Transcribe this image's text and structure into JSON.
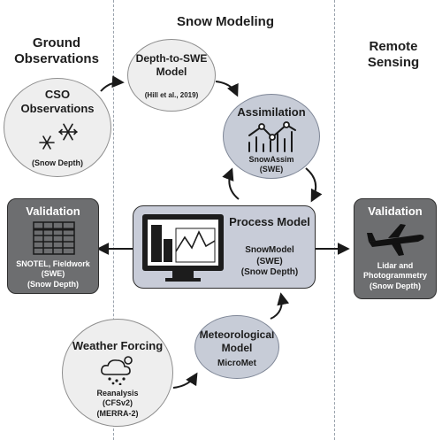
{
  "headings": {
    "ground": "Ground\nObservations",
    "modeling": "Snow Modeling",
    "remote": "Remote\nSensing"
  },
  "nodes": {
    "cso": {
      "title": "CSO\nObservations",
      "sub": "(Snow Depth)",
      "icon": "snowflake-icon"
    },
    "depth_to_swe": {
      "title": "Depth-to-SWE\nModel",
      "sub": "(Hill et al., 2019)"
    },
    "assimilation": {
      "title": "Assimilation",
      "sub": "SnowAssim\n(SWE)",
      "icon": "line-bar-chart-icon"
    },
    "validation_ground": {
      "title": "Validation",
      "sub": "SNOTEL, Fieldwork\n(SWE)\n(Snow Depth)",
      "icon": "table-grid-icon"
    },
    "process_model": {
      "title": "Process Model",
      "sub": "SnowModel\n(SWE)\n(Snow Depth)",
      "icon": "monitor-icon"
    },
    "validation_remote": {
      "title": "Validation",
      "sub": "Lidar and\nPhotogrammetry\n(Snow Depth)",
      "icon": "airplane-icon"
    },
    "weather_forcing": {
      "title": "Weather Forcing",
      "sub": "Reanalysis\n(CFSv2)\n(MERRA-2)",
      "icon": "snow-cloud-icon"
    },
    "meteorological": {
      "title": "Meteorological\nModel",
      "sub": "MicroMet"
    }
  },
  "colors": {
    "light_circle_fill": "#eeeeee",
    "blue_circle_fill": "#c7ccd7",
    "dark_box_fill": "#6d6e70",
    "process_box_fill": "#c8ccd8",
    "arrow": "#1a1a1a",
    "divider": "#9aa3ad"
  }
}
